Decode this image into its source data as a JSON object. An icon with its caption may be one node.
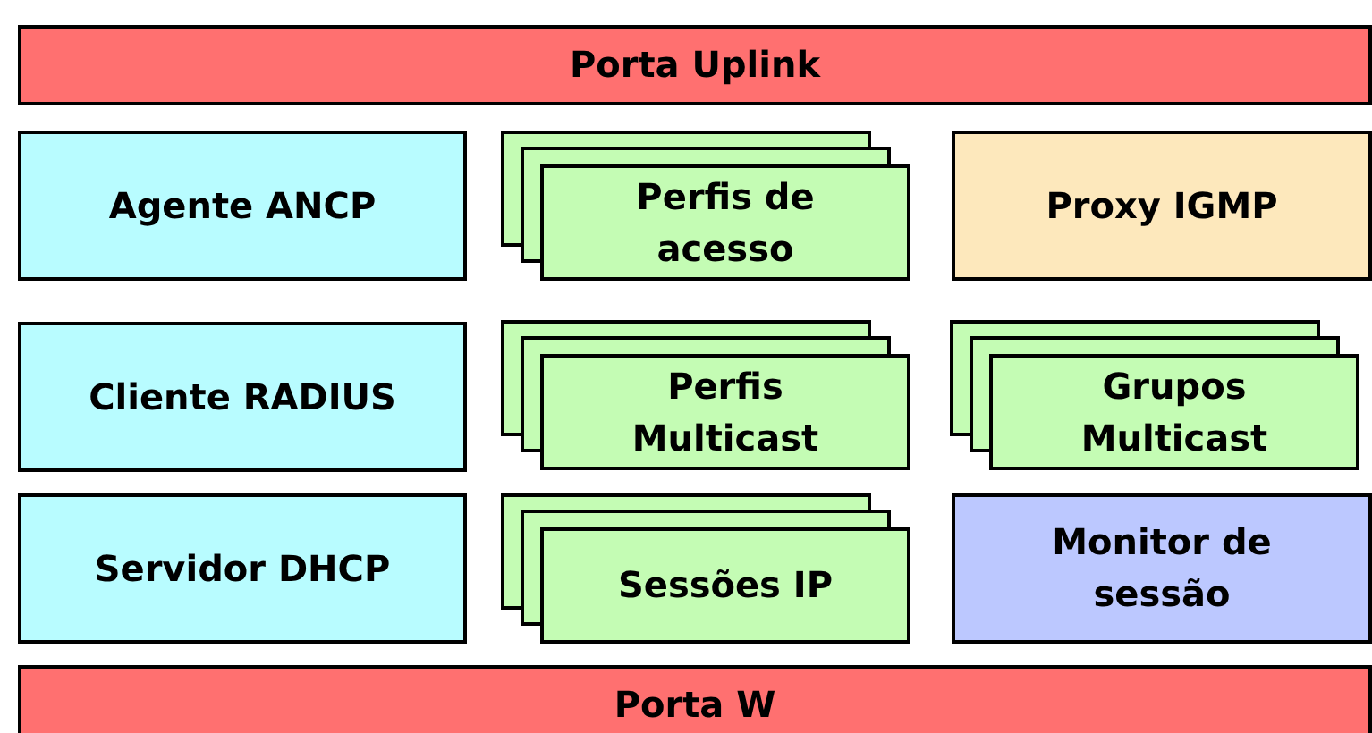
{
  "diagram": {
    "nodes": [
      {
        "text": [
          "Porta Uplink"
        ]
      },
      {
        "text": [
          "Agente ANCP"
        ]
      },
      {
        "text": [
          "Perfis de acesso"
        ]
      },
      {
        "text": [
          "Proxy IGMP"
        ]
      },
      {
        "text": [
          "Cliente RADIUS"
        ]
      },
      {
        "text": [
          "Perfis Multicast"
        ]
      },
      {
        "text": [
          "Grupos Multicast"
        ]
      },
      {
        "text": [
          "Servidor DHCP"
        ]
      },
      {
        "text": [
          "Sessões IP"
        ]
      },
      {
        "text": [
          "Monitor de sessão"
        ]
      },
      {
        "text": [
          "Porta W"
        ]
      }
    ]
  }
}
